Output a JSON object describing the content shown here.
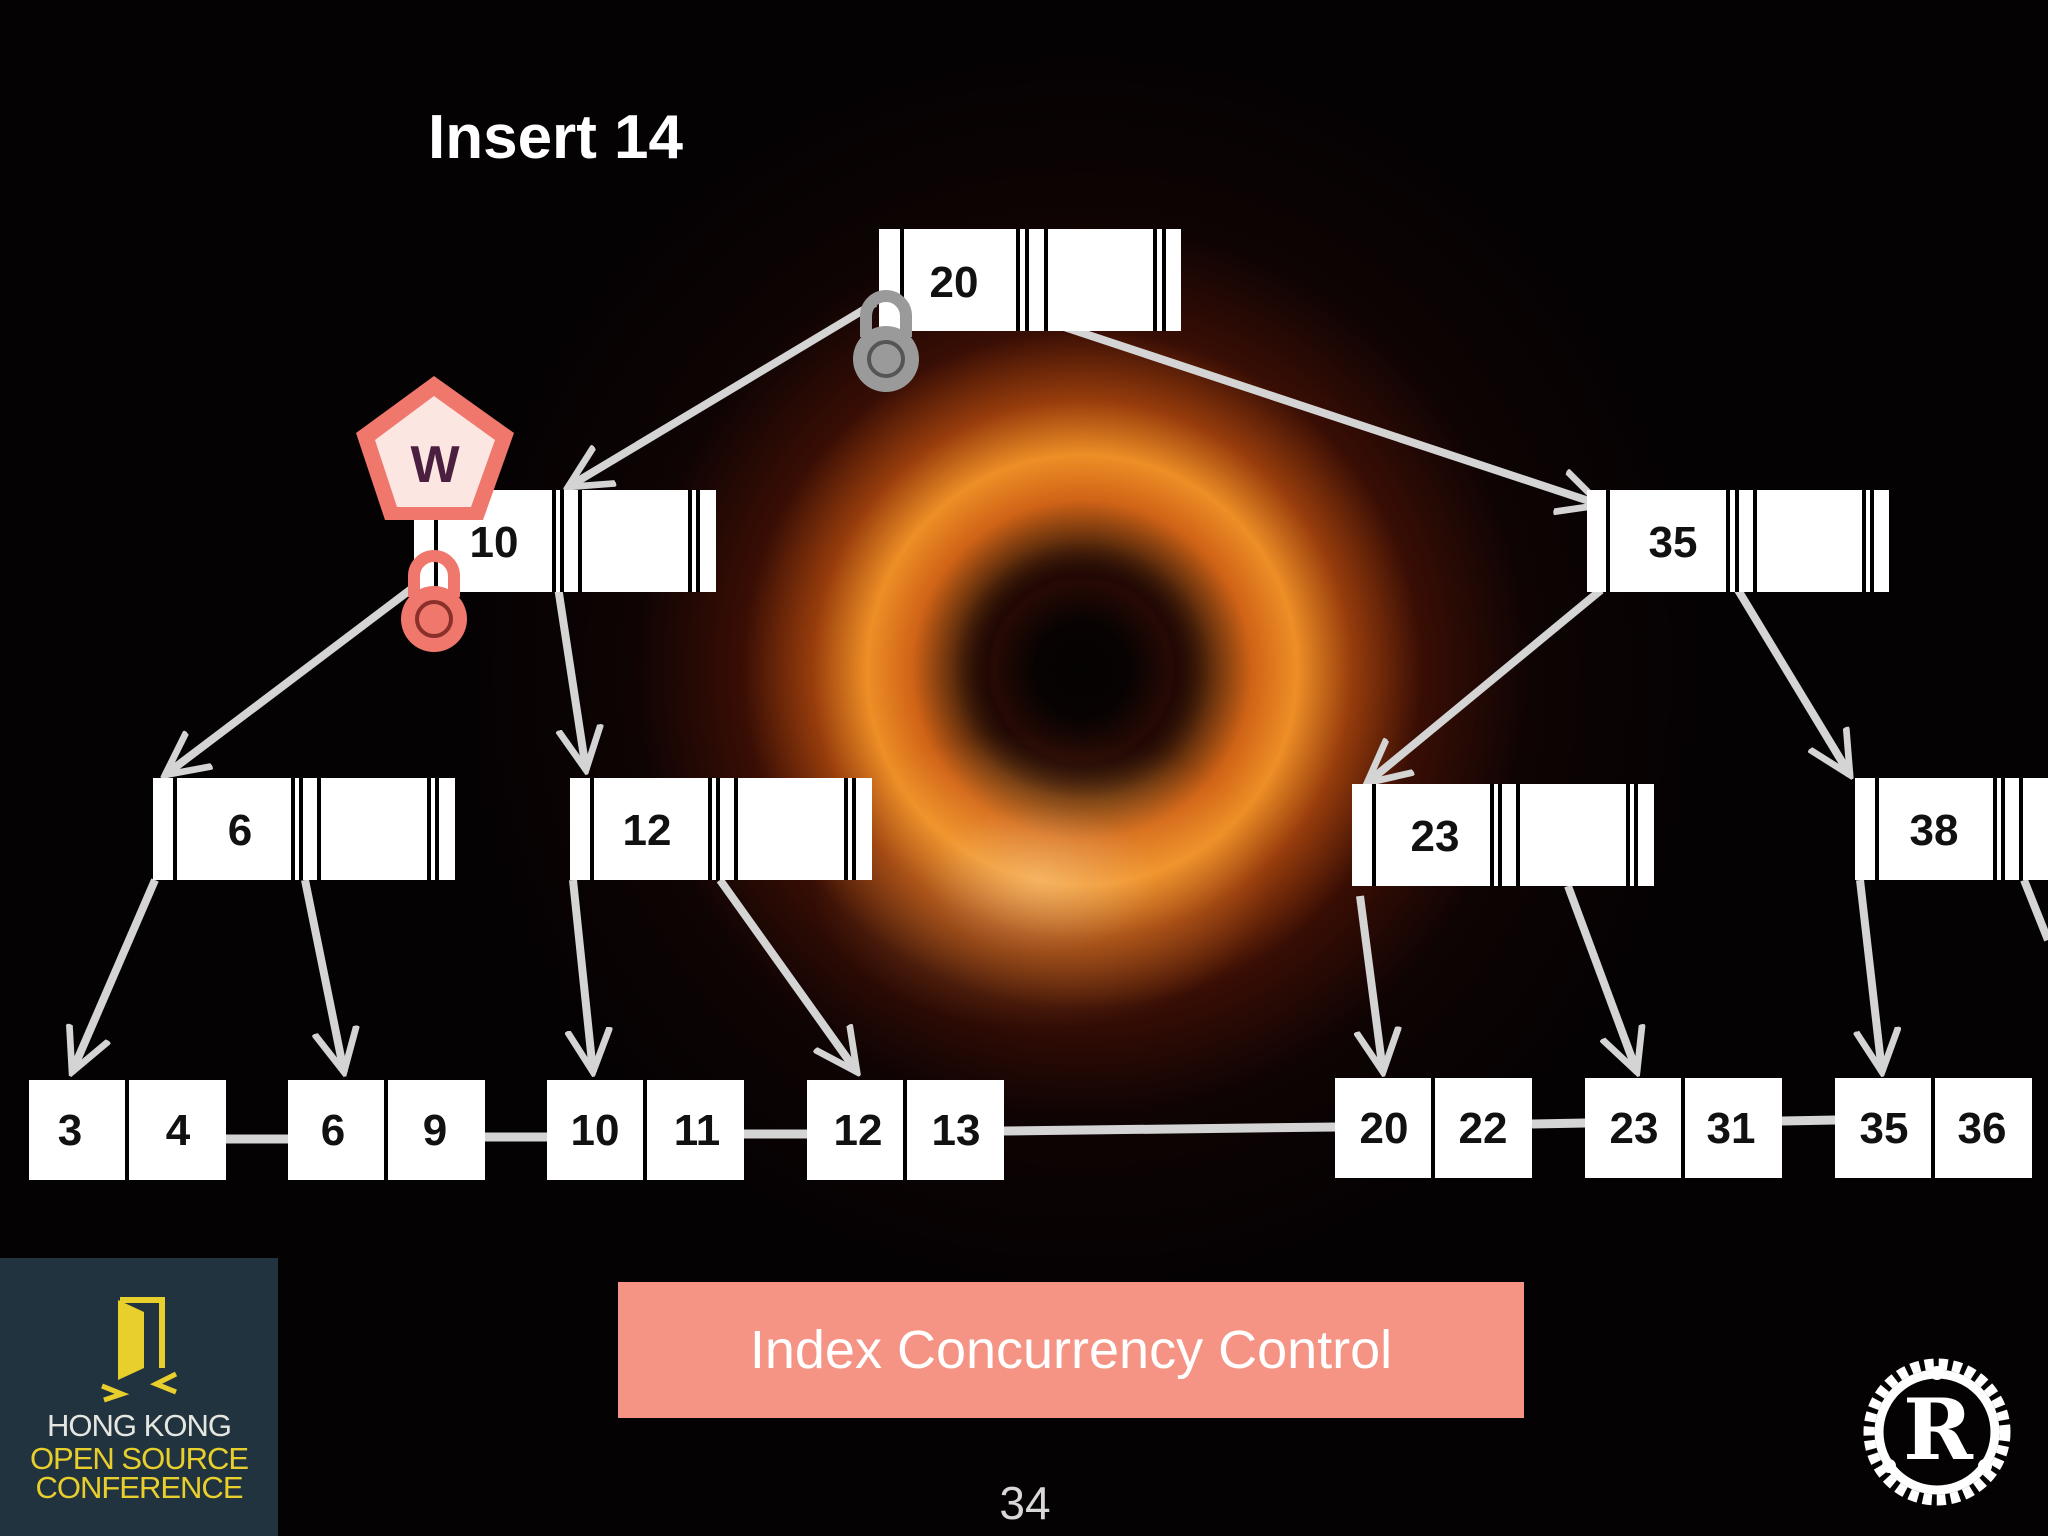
{
  "slide": {
    "title": "Insert 14",
    "caption": "Index Concurrency Control",
    "page_number": "34"
  },
  "tree": {
    "root": {
      "keys": [
        "20"
      ]
    },
    "internal": [
      {
        "keys": [
          "10"
        ]
      },
      {
        "keys": [
          "35"
        ]
      }
    ],
    "lower_internal": [
      {
        "keys": [
          "6"
        ]
      },
      {
        "keys": [
          "12"
        ]
      },
      {
        "keys": [
          "23"
        ]
      },
      {
        "keys": [
          "38"
        ]
      }
    ],
    "leaves": [
      {
        "keys": [
          "3",
          "4"
        ]
      },
      {
        "keys": [
          "6",
          "9"
        ]
      },
      {
        "keys": [
          "10",
          "11"
        ]
      },
      {
        "keys": [
          "12",
          "13"
        ]
      },
      {
        "keys": [
          "20",
          "22"
        ]
      },
      {
        "keys": [
          "23",
          "31"
        ]
      },
      {
        "keys": [
          "35",
          "36"
        ]
      }
    ]
  },
  "locks": {
    "write_badge_letter": "W",
    "root_lock_color": "#9a9a9a",
    "write_lock_color": "#f0776c"
  },
  "colors": {
    "arrow": "#d4d4d4",
    "node_fill": "#ffffff",
    "caption_bg": "#f59384",
    "badge_fill": "#f0776c",
    "badge_inner": "#fbe6e2",
    "badge_letter": "#4a1f3f",
    "hkosc_bg": "#223340",
    "hkosc_yellow": "#e8cf2c"
  },
  "logos": {
    "hkosc": [
      "HONG KONG",
      "OPEN SOURCE",
      "CONFERENCE"
    ],
    "rust_letter": "R"
  }
}
